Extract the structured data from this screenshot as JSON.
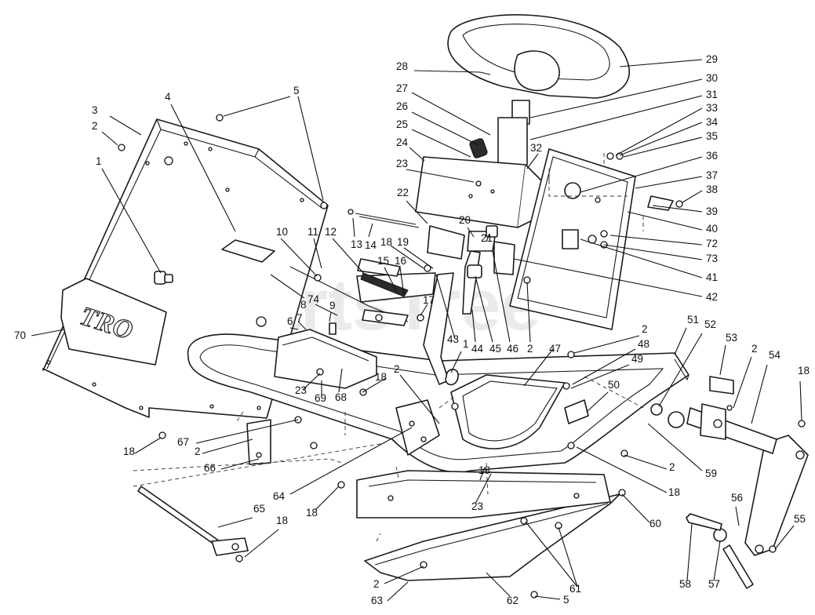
{
  "watermark": "PartsTree",
  "brand_logo": "TRO",
  "callouts": [
    {
      "id": "c1",
      "label": "1"
    },
    {
      "id": "c2a",
      "label": "2"
    },
    {
      "id": "c3",
      "label": "3"
    },
    {
      "id": "c4",
      "label": "4"
    },
    {
      "id": "c5a",
      "label": "5"
    },
    {
      "id": "c6",
      "label": "6"
    },
    {
      "id": "c7",
      "label": "7"
    },
    {
      "id": "c8",
      "label": "8"
    },
    {
      "id": "c9",
      "label": "9"
    },
    {
      "id": "c10",
      "label": "10"
    },
    {
      "id": "c11",
      "label": "11"
    },
    {
      "id": "c12",
      "label": "12"
    },
    {
      "id": "c13",
      "label": "13"
    },
    {
      "id": "c14",
      "label": "14"
    },
    {
      "id": "c15",
      "label": "15"
    },
    {
      "id": "c16",
      "label": "16"
    },
    {
      "id": "c17",
      "label": "17"
    },
    {
      "id": "c18a",
      "label": "18"
    },
    {
      "id": "c18b",
      "label": "18"
    },
    {
      "id": "c19",
      "label": "19"
    },
    {
      "id": "c20",
      "label": "20"
    },
    {
      "id": "c21",
      "label": "21"
    },
    {
      "id": "c22",
      "label": "22"
    },
    {
      "id": "c23a",
      "label": "23"
    },
    {
      "id": "c24",
      "label": "24"
    },
    {
      "id": "c25",
      "label": "25"
    },
    {
      "id": "c26",
      "label": "26"
    },
    {
      "id": "c27",
      "label": "27"
    },
    {
      "id": "c28",
      "label": "28"
    },
    {
      "id": "c29",
      "label": "29"
    },
    {
      "id": "c30",
      "label": "30"
    },
    {
      "id": "c31",
      "label": "31"
    },
    {
      "id": "c32",
      "label": "32"
    },
    {
      "id": "c33",
      "label": "33"
    },
    {
      "id": "c34",
      "label": "34"
    },
    {
      "id": "c35",
      "label": "35"
    },
    {
      "id": "c36",
      "label": "36"
    },
    {
      "id": "c37",
      "label": "37"
    },
    {
      "id": "c38",
      "label": "38"
    },
    {
      "id": "c39",
      "label": "39"
    },
    {
      "id": "c40",
      "label": "40"
    },
    {
      "id": "c72",
      "label": "72"
    },
    {
      "id": "c73",
      "label": "73"
    },
    {
      "id": "c41",
      "label": "41"
    },
    {
      "id": "c42",
      "label": "42"
    },
    {
      "id": "c74",
      "label": "74"
    },
    {
      "id": "c43",
      "label": "43"
    },
    {
      "id": "c1b",
      "label": "1"
    },
    {
      "id": "c44",
      "label": "44"
    },
    {
      "id": "c45",
      "label": "45"
    },
    {
      "id": "c46",
      "label": "46"
    },
    {
      "id": "c2b",
      "label": "2"
    },
    {
      "id": "c47",
      "label": "47"
    },
    {
      "id": "c2c",
      "label": "2"
    },
    {
      "id": "c48",
      "label": "48"
    },
    {
      "id": "c49",
      "label": "49"
    },
    {
      "id": "c51",
      "label": "51"
    },
    {
      "id": "c52",
      "label": "52"
    },
    {
      "id": "c53",
      "label": "53"
    },
    {
      "id": "c2d",
      "label": "2"
    },
    {
      "id": "c54",
      "label": "54"
    },
    {
      "id": "c18c",
      "label": "18"
    },
    {
      "id": "c50",
      "label": "50"
    },
    {
      "id": "c70",
      "label": "70"
    },
    {
      "id": "c23b",
      "label": "23"
    },
    {
      "id": "c69",
      "label": "69"
    },
    {
      "id": "c68",
      "label": "68"
    },
    {
      "id": "c18d",
      "label": "18"
    },
    {
      "id": "c2e",
      "label": "2"
    },
    {
      "id": "c67",
      "label": "67"
    },
    {
      "id": "c2f",
      "label": "2"
    },
    {
      "id": "c18e",
      "label": "18"
    },
    {
      "id": "c66",
      "label": "66"
    },
    {
      "id": "c64",
      "label": "64"
    },
    {
      "id": "c59",
      "label": "59"
    },
    {
      "id": "c2g",
      "label": "2"
    },
    {
      "id": "c18f",
      "label": "18"
    },
    {
      "id": "c65",
      "label": "65"
    },
    {
      "id": "c18g",
      "label": "18"
    },
    {
      "id": "c18h",
      "label": "18"
    },
    {
      "id": "c23c",
      "label": "23"
    },
    {
      "id": "c60",
      "label": "60"
    },
    {
      "id": "c56",
      "label": "56"
    },
    {
      "id": "c55",
      "label": "55"
    },
    {
      "id": "c58",
      "label": "58"
    },
    {
      "id": "c57",
      "label": "57"
    },
    {
      "id": "c61",
      "label": "61"
    },
    {
      "id": "c2h",
      "label": "2"
    },
    {
      "id": "c63",
      "label": "63"
    },
    {
      "id": "c62",
      "label": "62"
    },
    {
      "id": "c5b",
      "label": "5"
    }
  ]
}
